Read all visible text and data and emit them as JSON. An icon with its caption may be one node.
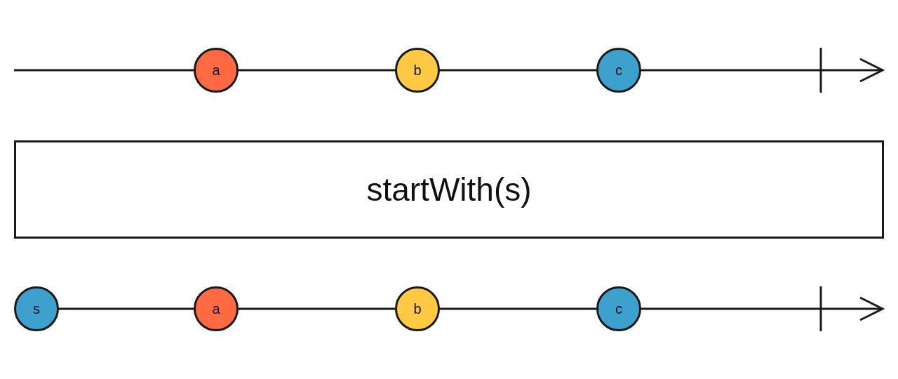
{
  "diagram": {
    "nodes": [
      {
        "text": [
          "a"
        ]
      },
      {
        "text": [
          "b"
        ]
      },
      {
        "text": [
          "c"
        ]
      },
      {
        "text": [
          "startWith(s)"
        ]
      },
      {
        "text": [
          "s"
        ]
      },
      {
        "text": [
          "a"
        ]
      },
      {
        "text": [
          "b"
        ]
      },
      {
        "text": [
          "c"
        ]
      }
    ],
    "edges": []
  }
}
